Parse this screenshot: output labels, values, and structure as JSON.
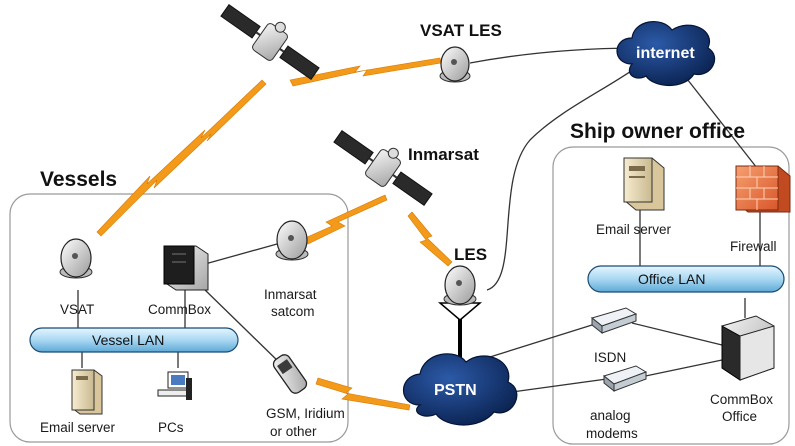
{
  "colors": {
    "lightning": "#f39a1a",
    "lan_bar": "#a9d8f2",
    "cloud": "#0d2d66",
    "firewall": "#f07a40",
    "line": "#333333"
  },
  "titles": {
    "vsat_les": "VSAT LES",
    "internet": "internet",
    "ship_owner_office": "Ship owner office",
    "vessels": "Vessels",
    "inmarsat": "Inmarsat",
    "les": "LES",
    "pstn": "PSTN"
  },
  "vessel": {
    "vsat": "VSAT",
    "commbox": "CommBox",
    "inmarsat_satcom_1": "Inmarsat",
    "inmarsat_satcom_2": "satcom",
    "vessel_lan": "Vessel LAN",
    "email_server": "Email server",
    "pcs": "PCs",
    "gsm_1": "GSM, Iridium",
    "gsm_2": "or other"
  },
  "office": {
    "email_server": "Email server",
    "firewall": "Firewall",
    "office_lan": "Office LAN",
    "isdn": "ISDN",
    "analog_1": "analog",
    "analog_2": "modems",
    "commbox_1": "CommBox",
    "commbox_2": "Office"
  },
  "icons": [
    "satellite-icon",
    "dish-antenna-icon",
    "cloud-icon",
    "server-icon",
    "pc-icon",
    "phone-icon",
    "firewall-icon",
    "modem-icon",
    "lightning-icon"
  ]
}
